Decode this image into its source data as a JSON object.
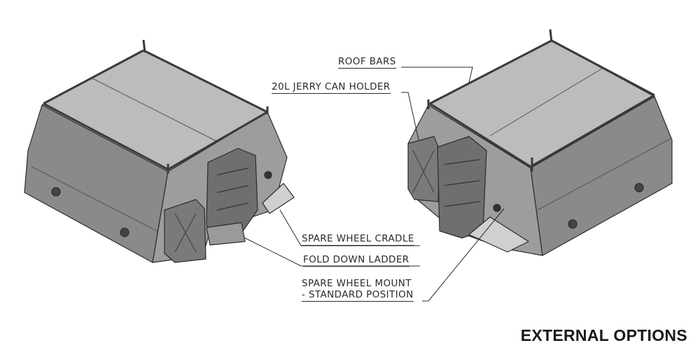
{
  "title": "EXTERNAL OPTIONS",
  "callouts": {
    "roof_bars": "ROOF BARS",
    "jerry_can_holder": "20L JERRY CAN HOLDER",
    "spare_wheel_cradle": "SPARE WHEEL CRADLE",
    "fold_down_ladder": "FOLD DOWN LADDER",
    "spare_wheel_mount_line1": "SPARE WHEEL MOUNT",
    "spare_wheel_mount_line2": "- STANDARD POSITION"
  },
  "colors": {
    "body_side": "#7d7d7d",
    "body_front": "#8f8f8f",
    "roof": "#b9b9b9",
    "outline": "#2b2b2b",
    "text": "#2a2a2a"
  }
}
